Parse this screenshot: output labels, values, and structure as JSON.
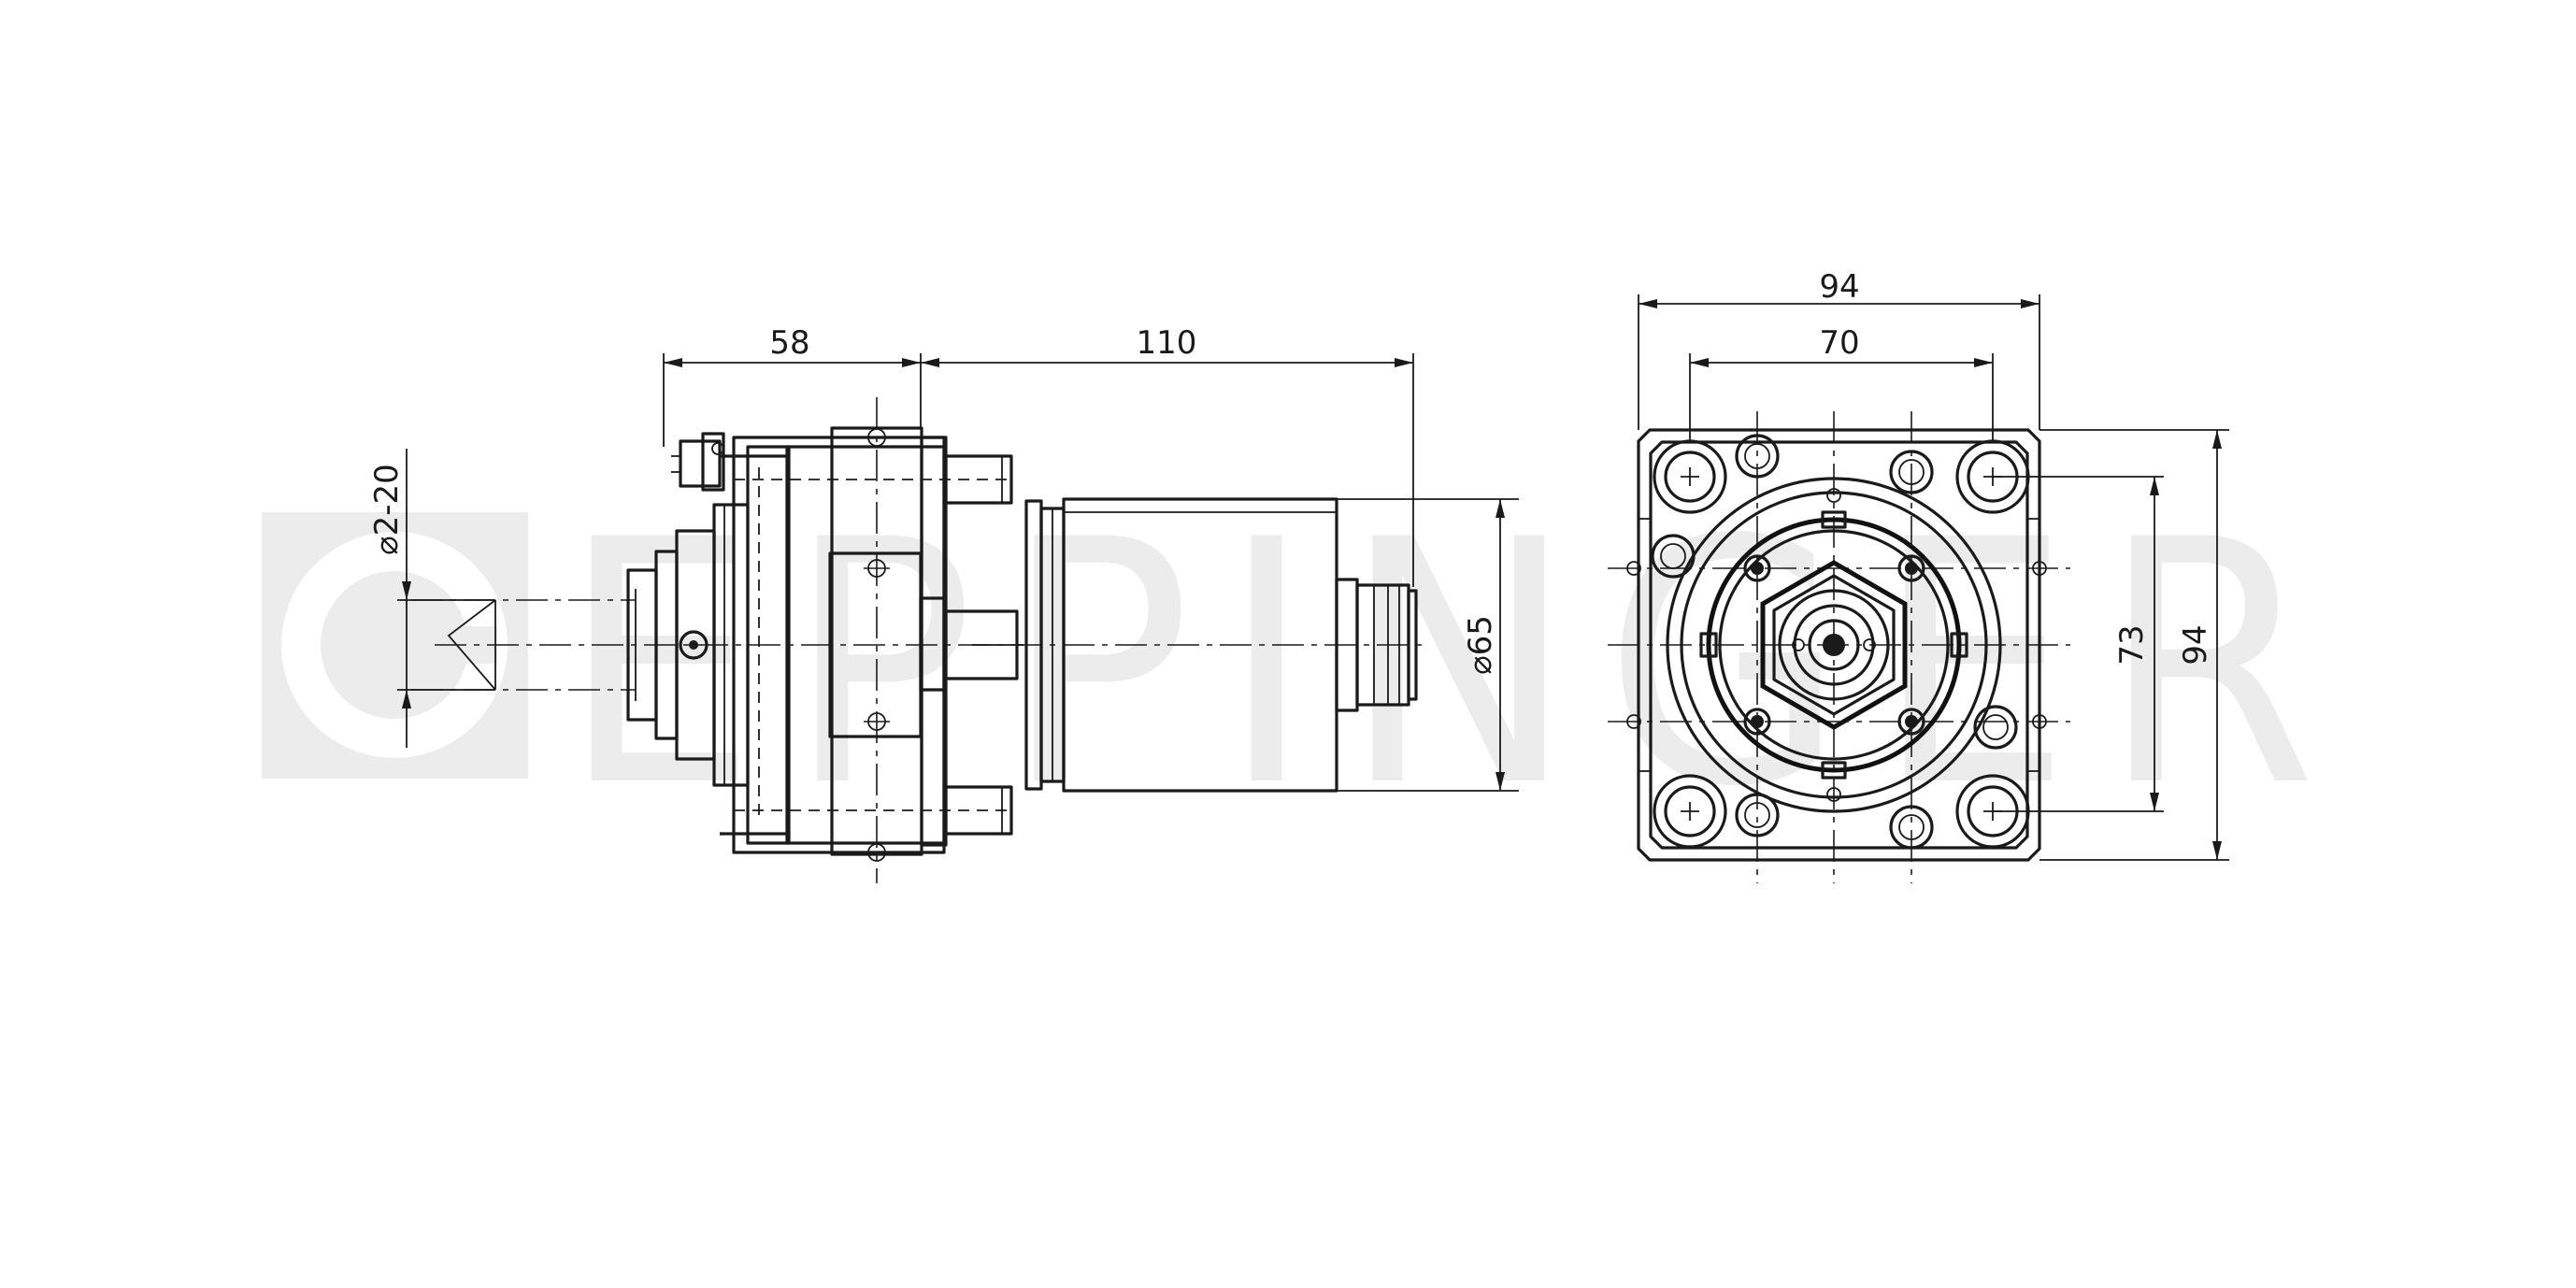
{
  "watermark": {
    "text": "EPPINGER",
    "color": "#ececec"
  },
  "colors": {
    "line": "#1a1a1a",
    "background": "#ffffff"
  },
  "side_view": {
    "dim_top_left": "58",
    "dim_top_right": "110",
    "dim_diameter_body": "⌀65",
    "dim_diameter_clamp": "⌀2-20"
  },
  "front_view": {
    "dim_width_outer": "94",
    "dim_width_inner": "70",
    "dim_height_inner": "73",
    "dim_height_outer": "94"
  }
}
